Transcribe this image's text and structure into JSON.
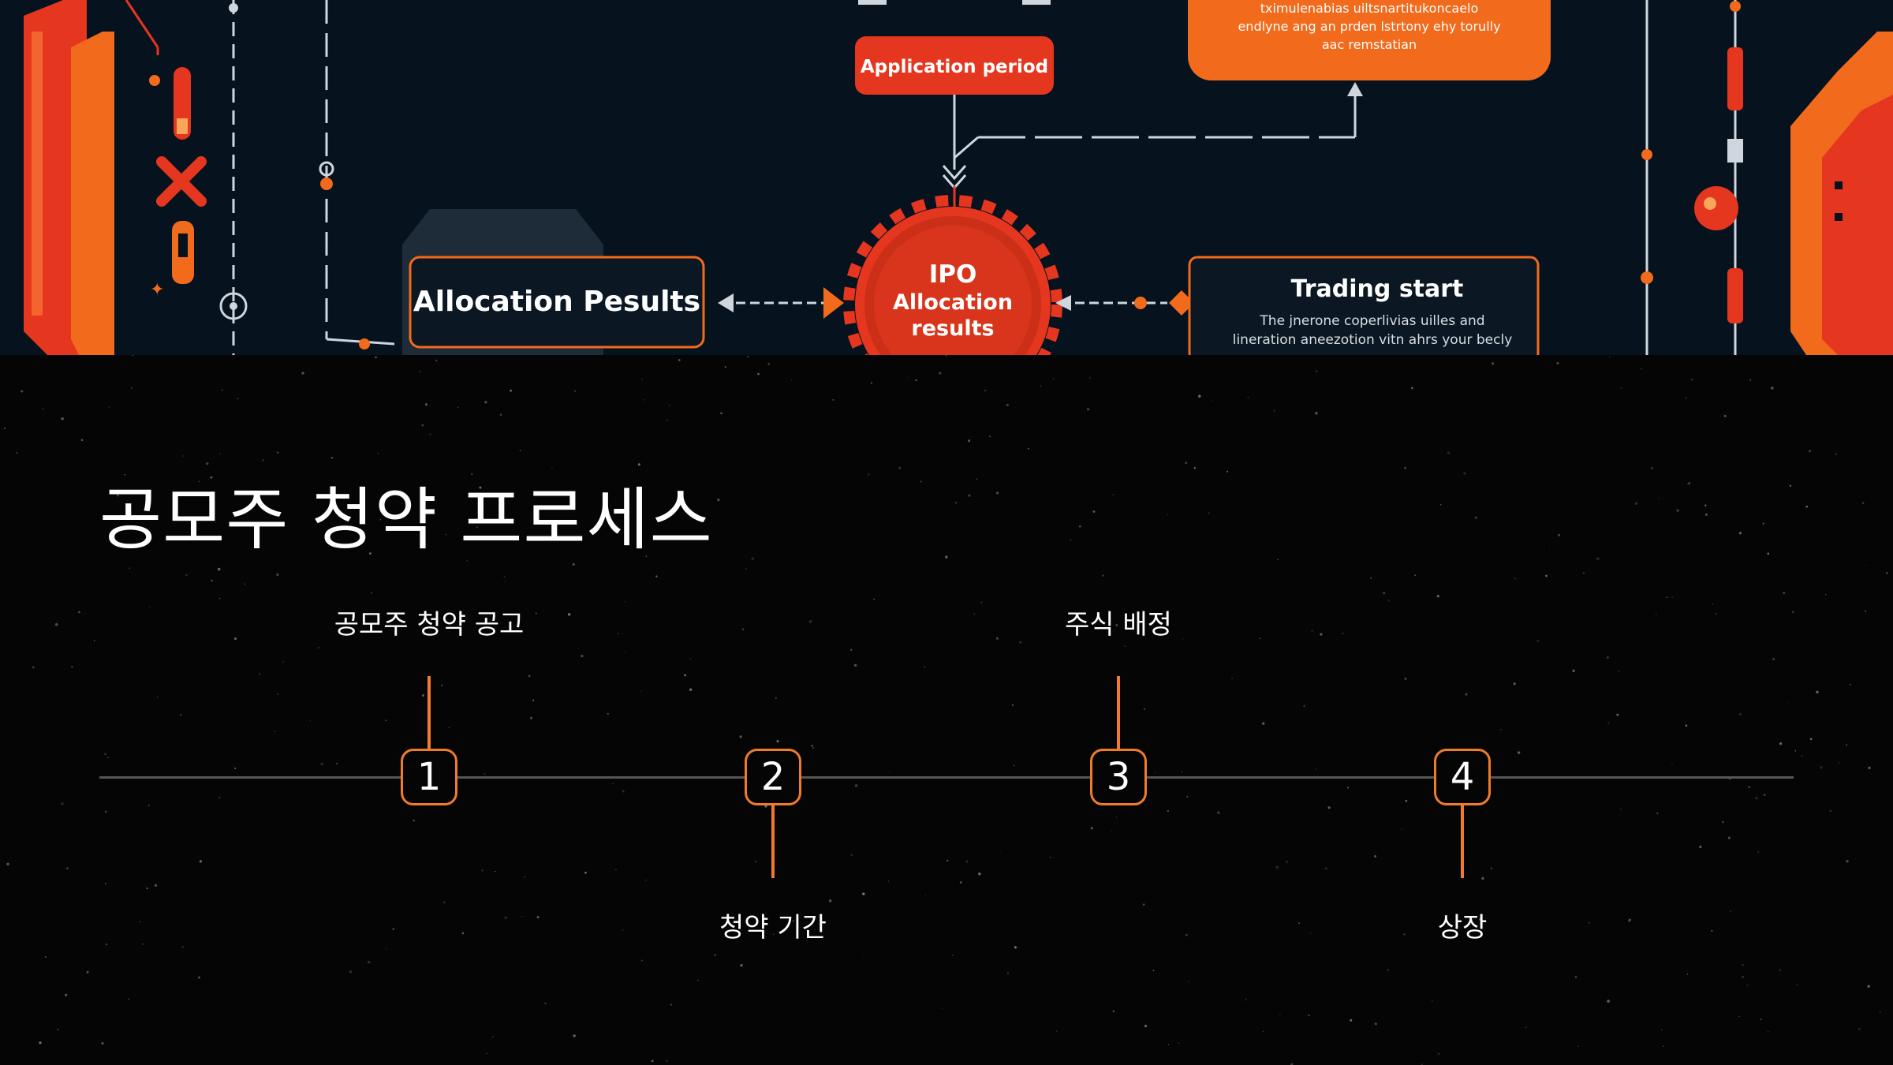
{
  "hero": {
    "application_period": "Application period",
    "allocation_results": "Allocation Pesults",
    "ipo_line1": "IPO",
    "ipo_line2": "Allocation",
    "ipo_line3": "results",
    "trading_title": "Trading start",
    "trading_desc_line1": "The jnerone coperlivias uilles and",
    "trading_desc_line2": "lineration aneezotion vitn ahrs your becly",
    "top_box_line1": "tximulenabias uiltsnartitukoncaelo",
    "top_box_line2": "endlyne ang an prden lstrtony ehy torully",
    "top_box_line3": "aac remstatian",
    "colors": {
      "background": "#06121e",
      "accent_orange": "#f26a1b",
      "accent_red": "#e5361f"
    }
  },
  "slide": {
    "title": "공모주 청약 프로세스",
    "steps": [
      {
        "number": "1",
        "label": "공모주 청약 공고"
      },
      {
        "number": "2",
        "label": "청약 기간"
      },
      {
        "number": "3",
        "label": "주식 배정"
      },
      {
        "number": "4",
        "label": "상장"
      }
    ],
    "colors": {
      "accent": "#f07c2a",
      "text": "#ffffff",
      "line": "#555555"
    }
  }
}
